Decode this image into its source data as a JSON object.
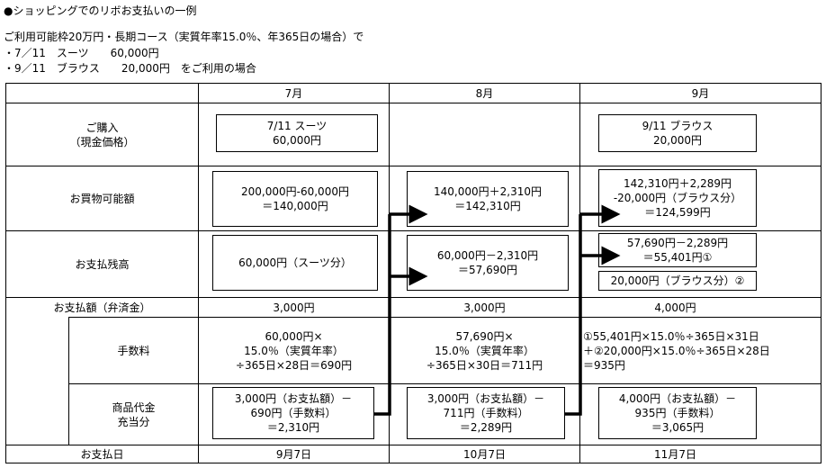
{
  "title": "●ショッピングでのリボお支払いの一例",
  "intro": [
    "ご利用可能枠20万円・長期コース（実質年率15.0％、年365日の場合）で",
    "・7／11　スーツ　　60,000円",
    "・9／11　ブラウス　　20,000円　をご利用の場合"
  ],
  "months": [
    "7月",
    "8月",
    "9月"
  ],
  "rows": {
    "purchase": "ご購入\n（現金価格）",
    "available": "お買物可能額",
    "balance": "お支払残高",
    "payment": "お支払額（弁済金）",
    "fee": "手数料",
    "principal": "商品代金\n充当分",
    "date": "お支払日"
  },
  "purchase": {
    "m7": "7/11 スーツ\n60,000円",
    "m9": "9/11 ブラウス\n20,000円"
  },
  "available": {
    "m7": "200,000円-60,000円\n＝140,000円",
    "m8": "140,000円＋2,310円\n＝142,310円",
    "m9": "142,310円＋2,289円\n-20,000円（ブラウス分）\n＝124,599円"
  },
  "balance": {
    "m7": "60,000円（スーツ分）",
    "m8": "60,000円－2,310円\n＝57,690円",
    "m9a": "57,690円－2,289円\n＝55,401円①",
    "m9b": "20,000円（ブラウス分）②"
  },
  "payment": {
    "m7": "3,000円",
    "m8": "3,000円",
    "m9": "4,000円"
  },
  "fee": {
    "m7": "60,000円×\n15.0％（実質年率）\n÷365日×28日＝690円",
    "m8": "57,690円×\n15.0％（実質年率）\n÷365日×30日＝711円",
    "m9": "①55,401円×15.0％÷365日×31日\n＋②20,000円×15.0％÷365日×28日\n＝935円"
  },
  "principal": {
    "m7": "3,000円（お支払額）－\n690円（手数料）\n＝2,310円",
    "m8": "3,000円（お支払額）－\n711円（手数料）\n＝2,289円",
    "m9": "4,000円（お支払額）－\n935円（手数料）\n＝3,065円"
  },
  "dates": {
    "m7": "9月7日",
    "m8": "10月7日",
    "m9": "11月7日"
  }
}
